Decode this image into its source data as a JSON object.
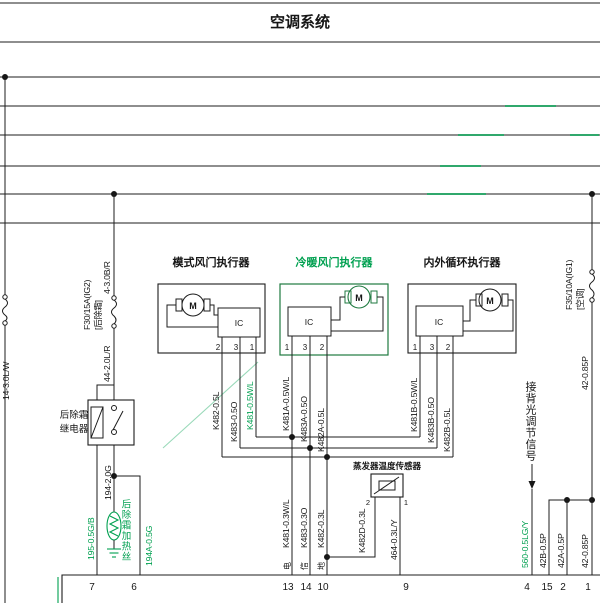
{
  "title": "空调系统",
  "actuators": {
    "mode": {
      "label": "模式风门执行器",
      "ic": "IC",
      "motor": "M",
      "pin_a": "2",
      "pin_b": "3",
      "pin_c": "1"
    },
    "blend": {
      "label": "冷暖风门执行器",
      "ic": "IC",
      "motor": "M",
      "pin_a": "1",
      "pin_b": "3",
      "pin_c": "2"
    },
    "recirc": {
      "label": "内外循环执行器",
      "ic": "IC",
      "motor": "M",
      "pin_a": "1",
      "pin_b": "3",
      "pin_c": "2"
    }
  },
  "relay": {
    "line1": "后除霜",
    "line2": "继电器"
  },
  "heater_label": "后除霜加热丝",
  "sensor": {
    "label": "蒸发器温度传感器",
    "pin_left": "2",
    "pin_right": "1"
  },
  "fuses": {
    "left_wire": "14-3.0L/W",
    "f30": {
      "name": "F30/15A(IG2)",
      "circuit": "[后除霜]",
      "wire_above": "4-3.0B/R",
      "wire_below": "44-2.0L/R"
    },
    "f35": {
      "name": "F35/10A(IG1)",
      "circuit": "[空调]",
      "wire_below": "42-0.85P"
    }
  },
  "wires": {
    "k482_05l": "K482-0.5L",
    "k483_05o": "K483-0.5O",
    "k481_05wl": "K481-0.5W/L",
    "k481a": "K481A-0.5W/L",
    "k483a": "K483A-0.5O",
    "k482a": "K482A-0.5L",
    "k481b": "K481B-0.5W/L",
    "k483b": "K483B-0.5O",
    "k482b": "K482B-0.5L",
    "k481_03": "K481-0.3W/L",
    "k483_03": "K483-0.3O",
    "k482_03": "K482-0.3L",
    "k482d": "K482D-0.3L",
    "w464": "464-0.3L/Y",
    "w195": "195-0.5G/B",
    "w194": "194-2.0G",
    "w194a": "194A-0.5G",
    "w560": "560-0.5LG/Y",
    "w42b": "42B-0.5P",
    "w42a": "42A-0.5P",
    "w42": "42-0.85P"
  },
  "pin_tags": {
    "power": "电",
    "signal": "信",
    "ground": "地"
  },
  "backlight_note": "接背光调节信号",
  "terminals": {
    "t7": "7",
    "t6": "6",
    "t13": "13",
    "t14": "14",
    "t10": "10",
    "t9": "9",
    "t4": "4",
    "t15": "15",
    "t2": "2",
    "t1": "1"
  },
  "colors": {
    "line": "#1c1c1c",
    "highlight_green": "#00a050",
    "background": "#ffffff"
  }
}
